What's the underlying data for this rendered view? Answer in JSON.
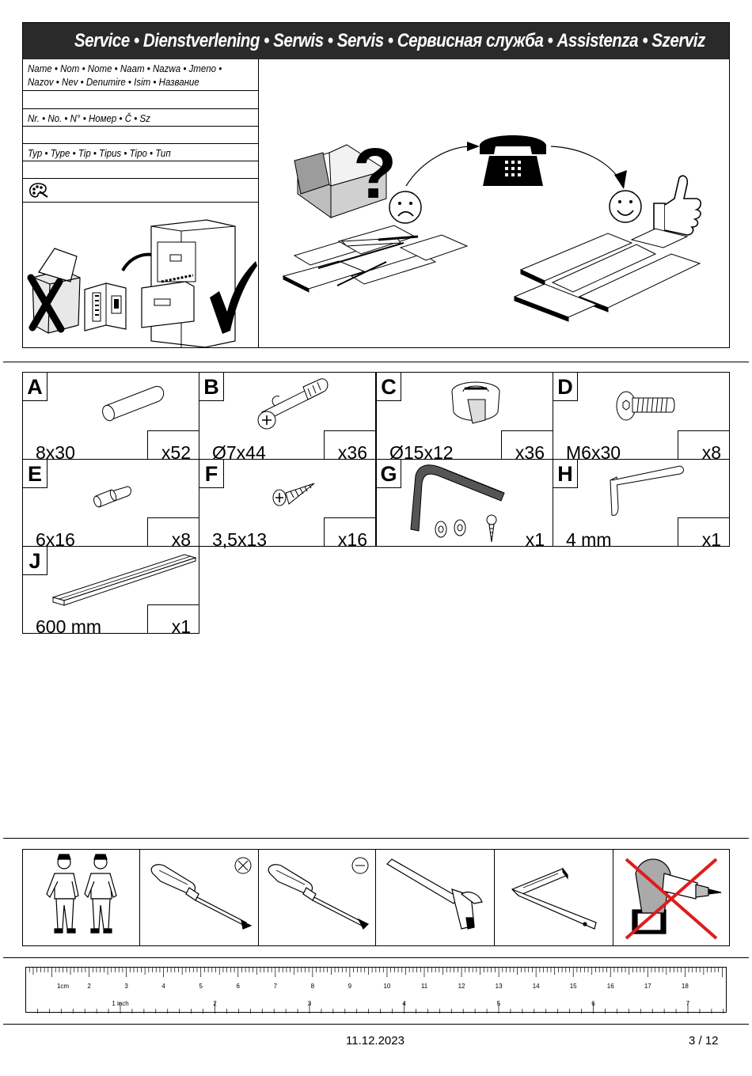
{
  "service": {
    "title": "Service • Dienstverlening • Serwis • Servis • Сервисная служба • Assistenza • Szerviz",
    "fields": {
      "name_line1": "Name • Nom • Nome • Naam • Nazwa • Jmeno •",
      "name_line2": "Nazov • Nev • Denumire • Isim • Название",
      "number": "Nr. • No. • N° •  Номер • Č • Sz",
      "type": "Typ • Type • Tip • Tipus • Tipo • Тип"
    },
    "icons": [
      "paint-palette-icon",
      "trash-bin-crossed-icon",
      "filing-cabinet-icon",
      "checkmark-icon",
      "question-mark-icon",
      "sad-face-icon",
      "telephone-icon",
      "happy-face-icon",
      "thumbs-up-icon"
    ]
  },
  "parts": [
    {
      "letter": "A",
      "size": "8x30",
      "qty": "x52",
      "icon": "dowel-icon"
    },
    {
      "letter": "B",
      "size": "Ø7x44",
      "qty": "x36",
      "icon": "cam-bolt-icon"
    },
    {
      "letter": "C",
      "size": "Ø15x12",
      "qty": "x36",
      "icon": "cam-lock-icon"
    },
    {
      "letter": "D",
      "size": "M6x30",
      "qty": "x8",
      "icon": "hex-bolt-icon"
    },
    {
      "letter": "E",
      "size": "6x16",
      "qty": "x8",
      "icon": "shelf-pin-icon"
    },
    {
      "letter": "F",
      "size": "3,5x13",
      "qty": "x16",
      "icon": "wood-screw-icon"
    },
    {
      "letter": "G",
      "size": "",
      "qty": "x1",
      "icon": "anti-tip-strap-icon"
    },
    {
      "letter": "H",
      "size": "4 mm",
      "qty": "x1",
      "icon": "allen-key-icon"
    },
    {
      "letter": "J",
      "size": "600 mm",
      "qty": "x1",
      "icon": "rail-icon"
    }
  ],
  "tools": [
    "two-persons-icon",
    "phillips-screwdriver-icon",
    "flat-screwdriver-icon",
    "hammer-icon",
    "square-ruler-icon",
    "no-power-drill-icon"
  ],
  "ruler": {
    "cm_labels": [
      "1cm",
      "2",
      "3",
      "4",
      "5",
      "6",
      "7",
      "8",
      "9",
      "10",
      "11",
      "12",
      "13",
      "14",
      "15",
      "16",
      "17",
      "18"
    ],
    "inch_labels": [
      "1 inch",
      "2",
      "3",
      "4",
      "5",
      "6",
      "7"
    ]
  },
  "footer": {
    "date": "11.12.2023",
    "page": "3 / 12"
  }
}
